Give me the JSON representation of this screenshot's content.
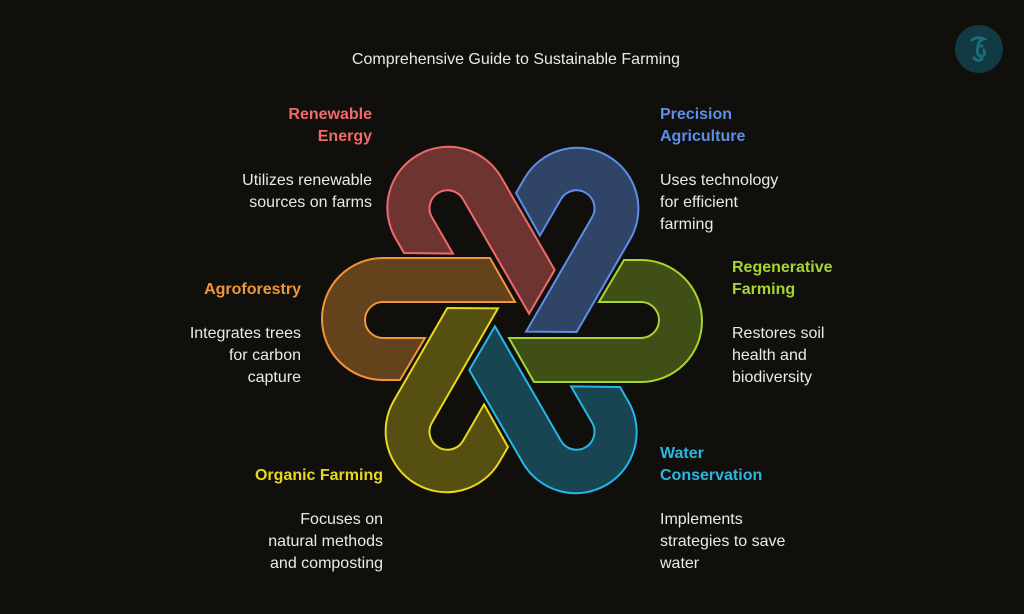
{
  "title": "Comprehensive Guide to Sustainable Farming",
  "logo": {
    "icon": "f-logo-icon"
  },
  "colors": {
    "background": "#100f0b",
    "renewable_energy": "#f06a6a",
    "precision_agriculture": "#5b8fe8",
    "regenerative_farming": "#a5d630",
    "water_conservation": "#27b6e6",
    "organic_farming": "#e8d81e",
    "agroforestry": "#f0963a"
  },
  "items": [
    {
      "id": "renewable_energy",
      "title_line1": "Renewable",
      "title_line2": "Energy",
      "desc_line1": "Utilizes renewable",
      "desc_line2": "sources on farms",
      "desc_line3": ""
    },
    {
      "id": "precision_agriculture",
      "title_line1": "Precision",
      "title_line2": "Agriculture",
      "desc_line1": "Uses technology",
      "desc_line2": "for efficient",
      "desc_line3": "farming"
    },
    {
      "id": "regenerative_farming",
      "title_line1": "Regenerative",
      "title_line2": "Farming",
      "desc_line1": "Restores soil",
      "desc_line2": "health and",
      "desc_line3": "biodiversity"
    },
    {
      "id": "water_conservation",
      "title_line1": "Water",
      "title_line2": "Conservation",
      "desc_line1": "Implements",
      "desc_line2": "strategies to save",
      "desc_line3": "water"
    },
    {
      "id": "organic_farming",
      "title_line1": "Organic Farming",
      "title_line2": "",
      "desc_line1": "Focuses on",
      "desc_line2": "natural methods",
      "desc_line3": "and composting"
    },
    {
      "id": "agroforestry",
      "title_line1": "Agroforestry",
      "title_line2": "",
      "desc_line1": "Integrates trees",
      "desc_line2": "for carbon",
      "desc_line3": "capture"
    }
  ]
}
